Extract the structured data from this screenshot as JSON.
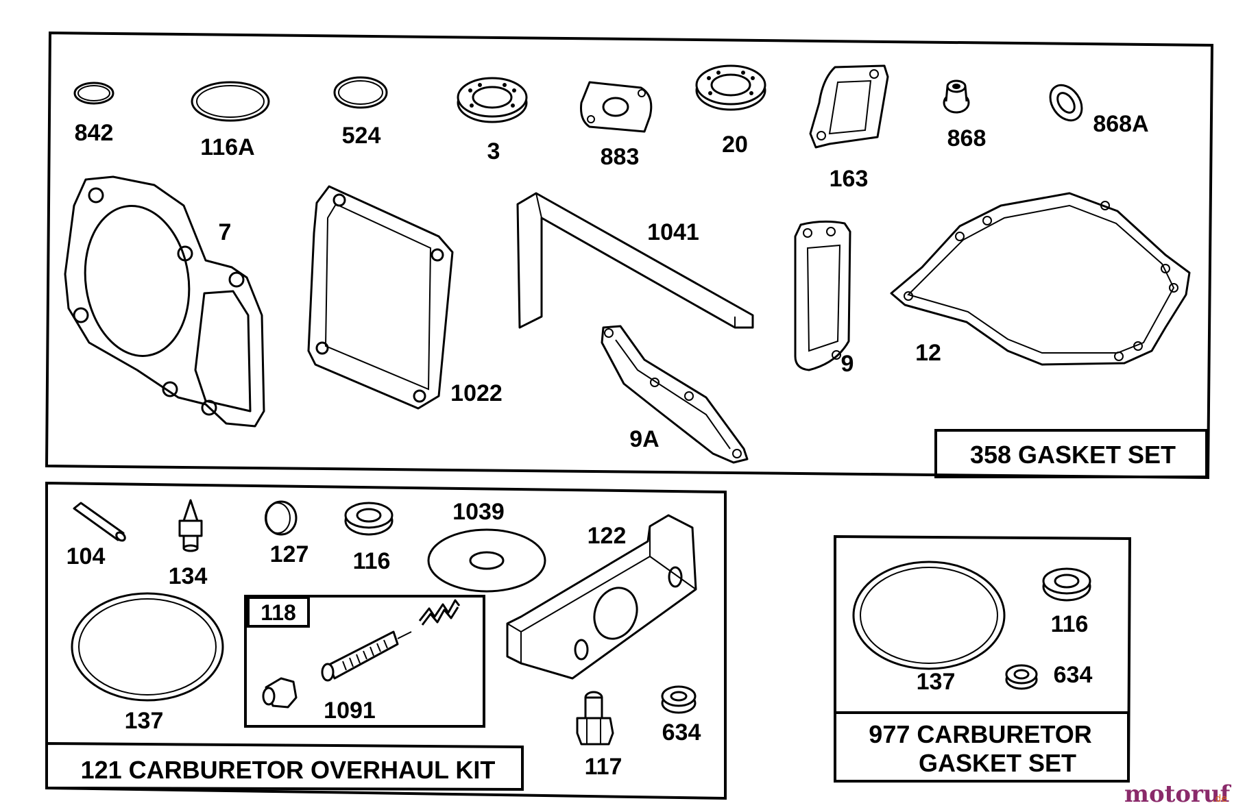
{
  "panels": {
    "gasket_set": {
      "title": "358 GASKET SET"
    },
    "overhaul_kit": {
      "title": "121 CARBURETOR OVERHAUL KIT",
      "inset_label": "118"
    },
    "carb_gasket_set": {
      "title_line1": "977 CARBURETOR",
      "title_line2": "GASKET SET"
    }
  },
  "callouts": {
    "p842": "842",
    "p116A": "116A",
    "p524": "524",
    "p3": "3",
    "p883": "883",
    "p20": "20",
    "p163": "163",
    "p868": "868",
    "p868A": "868A",
    "p7": "7",
    "p1022": "1022",
    "p1041": "1041",
    "p9": "9",
    "p9A": "9A",
    "p12": "12",
    "p104": "104",
    "p134": "134",
    "p127": "127",
    "p116": "116",
    "p1039": "1039",
    "p122": "122",
    "p137": "137",
    "p1091": "1091",
    "p117": "117",
    "p634": "634",
    "c137": "137",
    "c116": "116",
    "c634": "634"
  },
  "watermark": {
    "brand": "motoruf",
    "suffix": ".de"
  }
}
